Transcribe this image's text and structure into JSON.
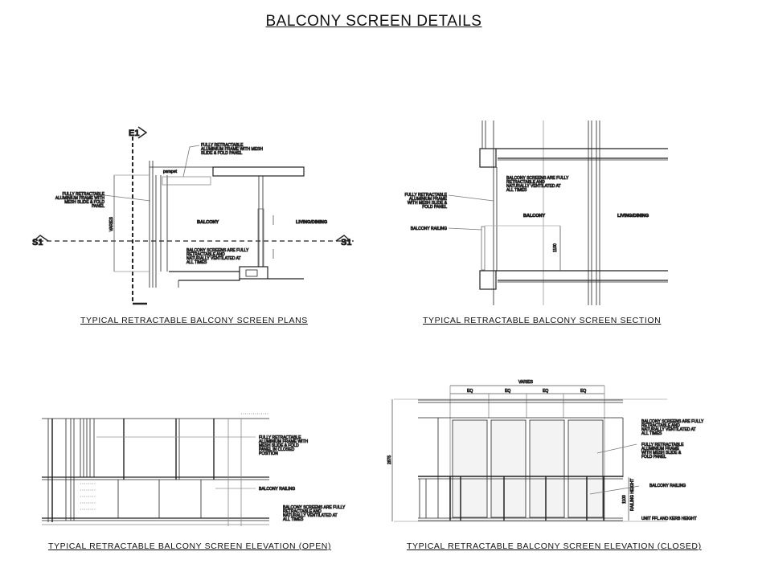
{
  "title": "BALCONY SCREEN DETAILS",
  "plan": {
    "caption": "TYPICAL RETRACTABLE BALCONY SCREEN PLANS",
    "elevation_marker": "E1",
    "section_marker": "S1",
    "note_top": [
      "FULLY RETRACTABLE",
      "ALUMINIUM FRAME WITH MESH",
      "SLIDE & FOLD PANEL"
    ],
    "note_left": [
      "FULLY RETRACTABLE",
      "ALUMINIUM FRAME WITH",
      "MESH SLIDE & FOLD",
      "PANEL"
    ],
    "note_ventilated": [
      "BALCONY SCREENS ARE FULLY",
      "RETRACTABLE AND",
      "NATURALLY VENTILATED AT",
      "ALL TIMES"
    ],
    "parapet": "parapet",
    "balcony": "BALCONY",
    "living": "LIVING/DINING",
    "varies": "VARIES"
  },
  "section": {
    "caption": "TYPICAL RETRACTABLE BALCONY SCREEN SECTION",
    "note_ventilated": [
      "BALCONY SCREENS ARE FULLY",
      "RETRACTABLE AND",
      "NATURALLY VENTILATED AT",
      "ALL TIMES"
    ],
    "note_frame": [
      "FULLY RETRACTABLE",
      "ALUMINIUM FRAME",
      "WITH MESH SLIDE &",
      "FOLD PANEL"
    ],
    "railing": "BALCONY RAILING",
    "balcony": "BALCONY",
    "living": "LIVING/DINING",
    "dim": "1100"
  },
  "elev_open": {
    "caption": "TYPICAL RETRACTABLE BALCONY SCREEN ELEVATION (OPEN)",
    "note_frame": [
      "FULLY RETRACTABLE",
      "ALUMINIUM FRAME WITH",
      "MESH SLIDE & FOLD",
      "PANEL IN CLOSED",
      "POSITION"
    ],
    "railing": "BALCONY RAILING",
    "note_ventilated": [
      "BALCONY SCREENS ARE FULLY",
      "RETRACTABLE AND",
      "NATURALLY VENTILATED AT",
      "ALL TIMES"
    ]
  },
  "elev_closed": {
    "caption": "TYPICAL RETRACTABLE BALCONY SCREEN ELEVATION (CLOSED)",
    "varies": "VARIES",
    "eq": [
      "EQ",
      "EQ",
      "EQ",
      "EQ"
    ],
    "height": "2875",
    "railing_dim": "1100",
    "railing_height": "RAILING HEIGHT",
    "note_ventilated": [
      "BALCONY SCREENS ARE FULLY",
      "RETRACTABLE AND",
      "NATURALLY VENTILATED AT",
      "ALL TIMES"
    ],
    "note_frame": [
      "FULLY RETRACTABLE",
      "ALUMINIUM FRAME",
      "WITH MESH SLIDE &",
      "FOLD PANEL"
    ],
    "railing": "BALCONY RAILING",
    "ffl": "UNIT FFL AND KERB HEIGHT"
  }
}
